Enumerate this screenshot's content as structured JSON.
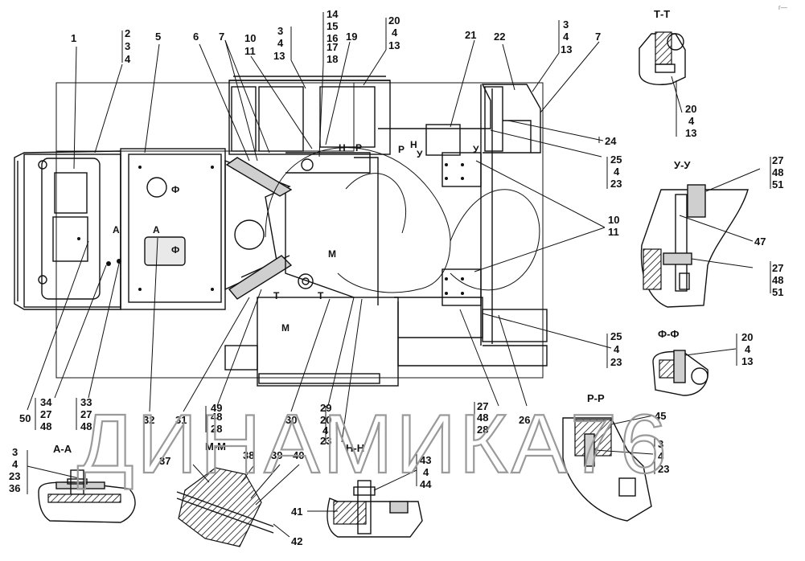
{
  "watermark": "ДИНАМИКА76",
  "corner_mark": "г—",
  "callouts": {
    "c1": "1",
    "c2": "2",
    "c3": "3",
    "c4": "4",
    "c5": "5",
    "c6": "6",
    "c7": "7",
    "c10": "10",
    "c11": "11",
    "c13": "13",
    "c14": "14",
    "c15": "15",
    "c16": "16",
    "c17": "17",
    "c18": "18",
    "c19": "19",
    "c20": "20",
    "c21": "21",
    "c22": "22",
    "c23": "23",
    "c24": "24",
    "c25": "25",
    "c26": "26",
    "c27": "27",
    "c28": "28",
    "c29": "29",
    "c30": "30",
    "c31": "31",
    "c32": "32",
    "c33": "33",
    "c34": "34",
    "c36": "36",
    "c37": "37",
    "c38": "38",
    "c39": "39",
    "c40": "40",
    "c41": "41",
    "c42": "42",
    "c43": "43",
    "c44": "44",
    "c45": "45",
    "c47": "47",
    "c48": "48",
    "c49": "49",
    "c50": "50",
    "c51": "51"
  },
  "sections": {
    "tt": "Т-Т",
    "uu": "У-У",
    "ff": "Ф-Ф",
    "pp": "Р-Р",
    "aa": "А-А",
    "mm": "М-М",
    "nn": "Н-Н"
  },
  "markers": {
    "f": "Ф",
    "a": "А",
    "n": "Н",
    "r": "Р",
    "t": "Т",
    "u": "У",
    "m": "М"
  }
}
